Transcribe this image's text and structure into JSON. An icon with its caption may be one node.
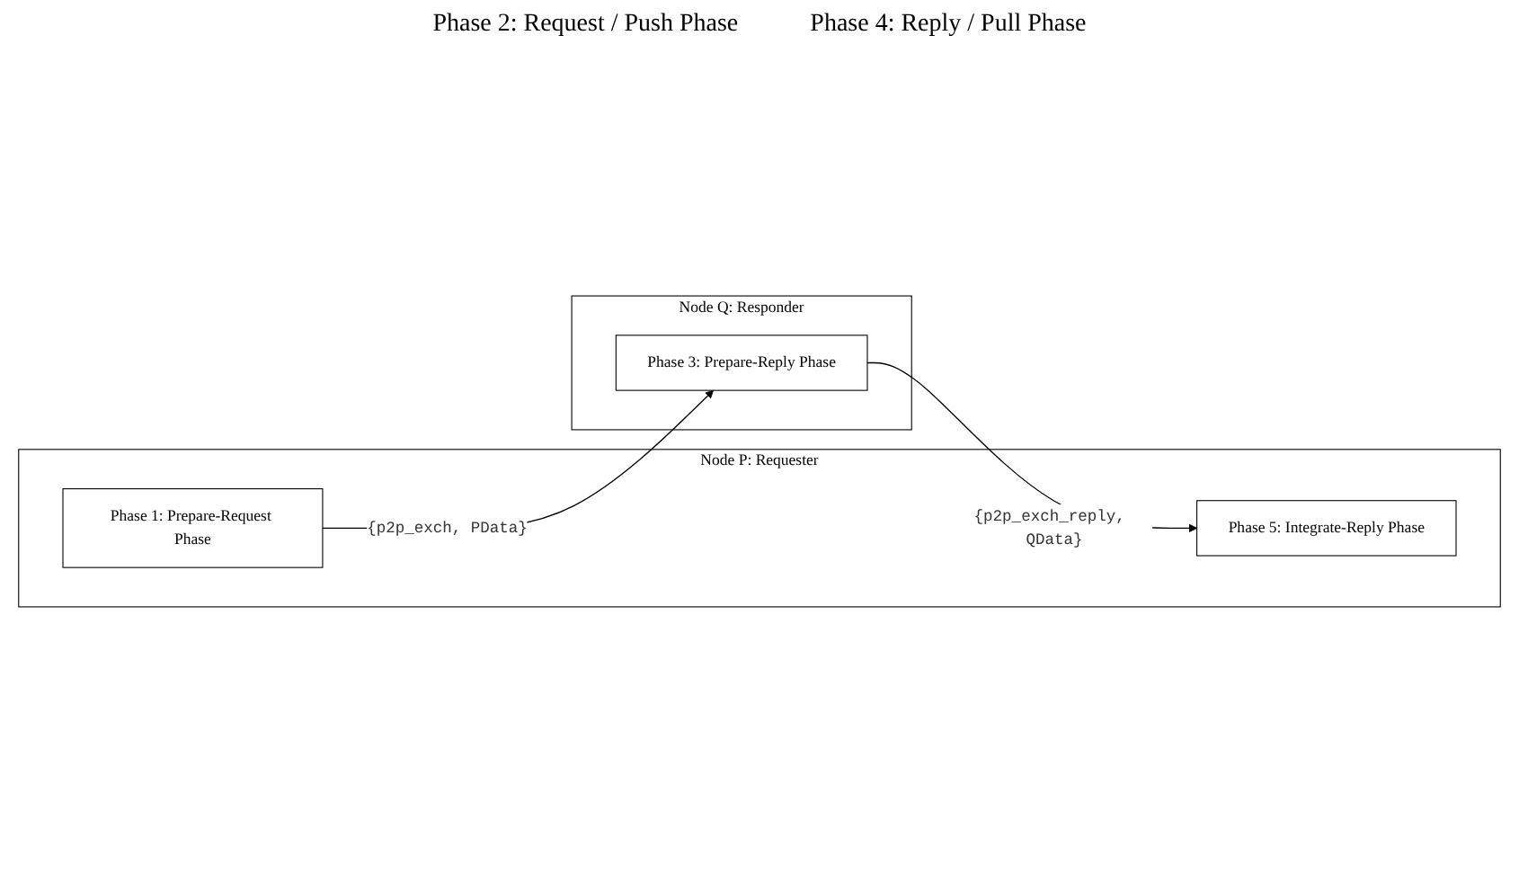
{
  "diagram": {
    "nodes": [
      {
        "text": [
          "Node P: Requester"
        ]
      },
      {
        "text": [
          "Phase 1: Prepare-Request Phase"
        ],
        "in": 0
      },
      {
        "text": [
          "Phase 5: Integrate-Reply Phase"
        ],
        "in": 0
      },
      {
        "text": [
          "Node Q: Responder"
        ]
      },
      {
        "text": [
          "Phase 3: Prepare-Reply Phase"
        ],
        "in": 3
      }
    ],
    "edges": [
      {
        "from": 1,
        "to": 4,
        "arrow": "to",
        "label": "{p2p_exch, PData}"
      },
      {
        "from": 4,
        "to": 2,
        "arrow": "to",
        "label": "{p2p_exch_reply, QData}"
      }
    ],
    "labels": [
      "Phase 2: Request / Push Phase",
      "Phase 4: Reply / Pull Phase"
    ]
  }
}
